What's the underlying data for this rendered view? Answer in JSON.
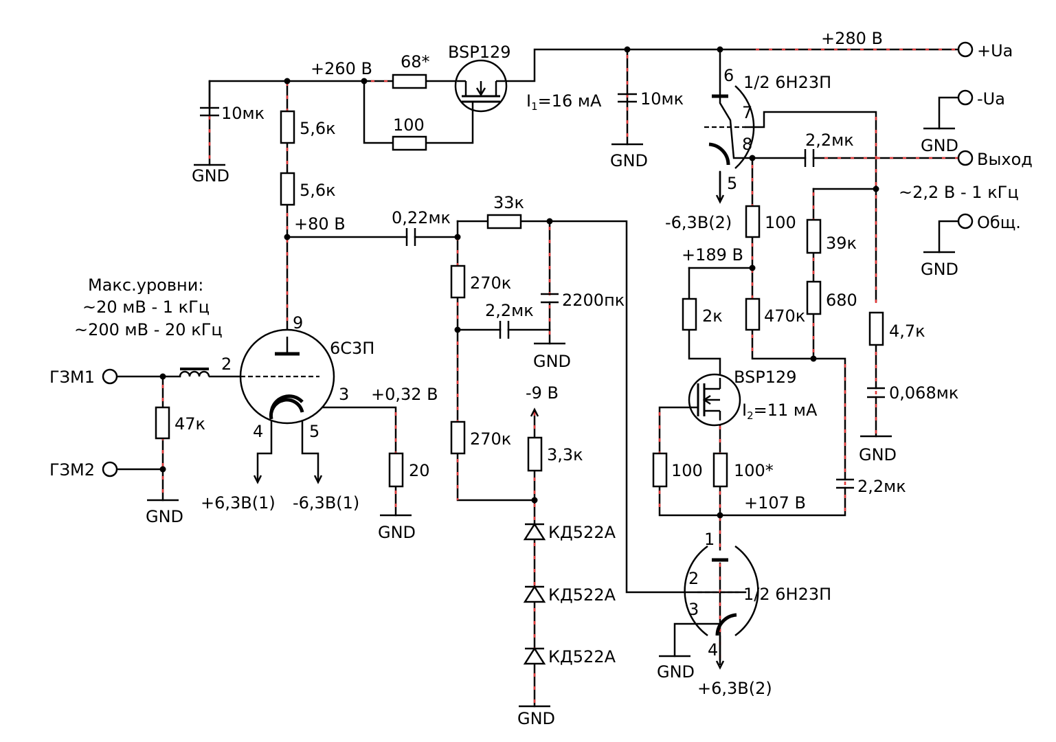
{
  "supply": {
    "plus280": "+280 В",
    "plus260": "+260 В",
    "plus80": "+80 В",
    "i1": "I",
    "i1_sub": "1",
    "i1_val": "=16 мА",
    "minus9": "-9 В",
    "plus189": "+189 В",
    "plus107": "+107 В",
    "plus032": "+0,32 В",
    "i2": "I",
    "i2_sub": "2",
    "i2_val": "=11 мА"
  },
  "terminals": {
    "ua_plus": "+Ua",
    "ua_minus": "-Ua",
    "output": "Выход",
    "common": "Общ.",
    "gzm1": "ГЗМ1",
    "gzm2": "ГЗМ2"
  },
  "ground": "GND",
  "notes": {
    "levels_title": "Макс.уровни:",
    "level1": "~20 мВ - 1 кГц",
    "level2": "~200 мВ - 20 кГц",
    "output_level": "~2,2 В - 1 кГц"
  },
  "components": {
    "q1": "BSP129",
    "q2": "BSP129",
    "tube1": "6С3П",
    "tube2_top": "1/2 6Н23П",
    "tube2_bot": "1/2 6Н23П",
    "r68": "68*",
    "r100_top": "100",
    "r5k6_a": "5,6к",
    "r5k6_b": "5,6к",
    "c10_left": "10мк",
    "c10_mid": "10мк",
    "c022": "0,22мк",
    "r33k": "33к",
    "r270_a": "270к",
    "r270_b": "270к",
    "c22_mid": "2,2мк",
    "c2200p": "2200пк",
    "r47k": "47к",
    "r20": "20",
    "r3k3": "3,3к",
    "d1": "КД522А",
    "d2": "КД522А",
    "d3": "КД522А",
    "r100_out": "100",
    "c22_out": "2,2мк",
    "r2k": "2к",
    "r470k": "470к",
    "r39k": "39к",
    "r680": "680",
    "r4k7": "4,7к",
    "c0068": "0,068мк",
    "r100_src": "100",
    "r100_star": "100*",
    "c22_low": "2,2мк"
  },
  "heaters": {
    "h1_plus": "+6,3В(1)",
    "h1_minus": "-6,3В(1)",
    "h2_minus": "-6,3В(2)",
    "h2_plus": "+6,3В(2)"
  },
  "pins": {
    "t1_anode": "9",
    "t1_grid": "2",
    "t1_cath": "3",
    "t1_h4": "4",
    "t1_h5": "5",
    "t2_anode": "6",
    "t2_grid": "7",
    "t2_cath": "8",
    "t2_heater": "5",
    "t3_anode": "1",
    "t3_grid": "2",
    "t3_cath": "3",
    "t3_heater": "4"
  }
}
